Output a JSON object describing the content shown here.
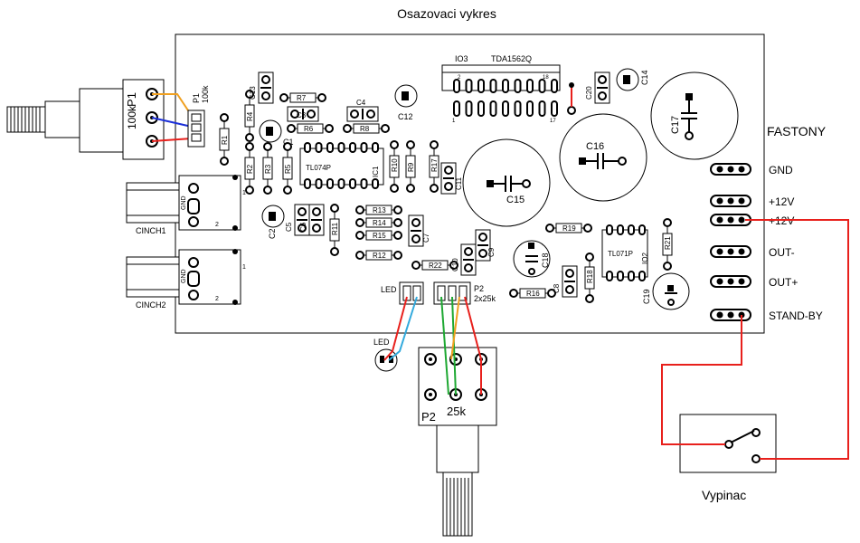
{
  "title": "Osazovaci vykres",
  "board": {
    "ic_labels": {
      "io3": "IO3",
      "tda": "TDA1562Q",
      "tl074": "TL074P",
      "ic1": "IC1",
      "tl071": "TL071P",
      "io2": "IO2",
      "pin1": "1",
      "pin2": "2",
      "pin18": "18",
      "pin17": "17"
    },
    "resistors": [
      "R1",
      "R2",
      "R3",
      "R4",
      "R5",
      "R6",
      "R7",
      "R8",
      "R9",
      "R10",
      "R11",
      "R12",
      "R13",
      "R14",
      "R15",
      "R16",
      "R17",
      "R18",
      "R19",
      "R21",
      "R22"
    ],
    "capacitors": [
      "C1",
      "C2",
      "C3",
      "C4",
      "C5",
      "C6",
      "C7",
      "C8",
      "C9",
      "C10",
      "C11",
      "C12",
      "C13",
      "C14",
      "C15",
      "C16",
      "C17",
      "C18",
      "C19",
      "C20"
    ],
    "p1_board_label": "P1",
    "p1_board_value": "100k",
    "led_label": "LED",
    "p2_board_label": "P2",
    "p2_board_value": "2x25k",
    "cinch1_label": "CINCH1",
    "cinch2_label": "CINCH2",
    "gnd_small": "GND",
    "cinch_pin1": "1",
    "cinch_pin2": "2"
  },
  "fastony": {
    "heading": "FASTONY",
    "pins": [
      "GND",
      "+12V",
      "+12V",
      "OUT-",
      "OUT+",
      "STAND-BY"
    ]
  },
  "pot_p1": {
    "label": "P1",
    "value": "100k"
  },
  "pot_p2": {
    "label": "P2",
    "value": "25k"
  },
  "external_led": {
    "label": "LED"
  },
  "switch": {
    "label": "Vypinac"
  },
  "colors": {
    "wire_red": "#e8201c",
    "wire_blue": "#1b2fd8",
    "wire_orange": "#f0a020",
    "wire_green": "#1ea832",
    "wire_cyan": "#33aadd",
    "black": "#000000"
  }
}
